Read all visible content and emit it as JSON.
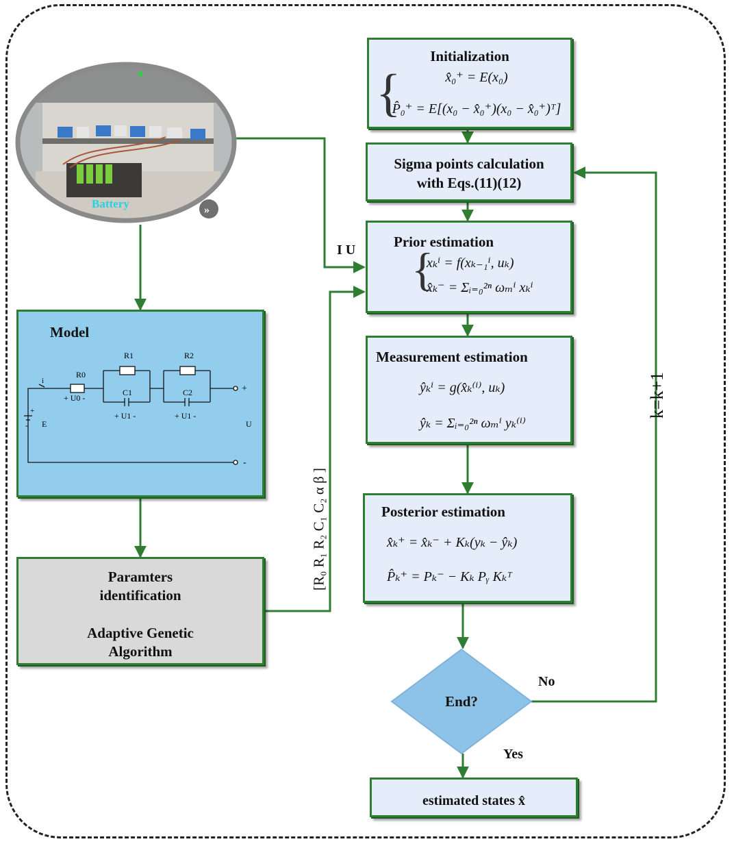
{
  "photo": {
    "label": "Battery"
  },
  "init": {
    "title": "Initialization",
    "eq1": "x̂₀⁺ = E(x₀)",
    "eq2": "P̂₀⁺ = E[(x₀ − x̂₀⁺)(x₀ − x̂₀⁺)ᵀ]"
  },
  "sigma": {
    "line1": "Sigma points calculation",
    "line2": "with Eqs.(11)(12)"
  },
  "prior": {
    "title": "Prior estimation",
    "eq1": "xₖⁱ = f(xₖ₋₁ⁱ, uₖ)",
    "eq2": "x̂ₖ⁻ = Σᵢ₌₀²ⁿ ωₘⁱ xₖⁱ"
  },
  "measure": {
    "title": "Measurement estimation",
    "eq1": "ŷₖⁱ = g(x̂ₖ⁽ⁱ⁾, uₖ)",
    "eq2": "ŷₖ = Σᵢ₌₀²ⁿ ωₘⁱ yₖ⁽ⁱ⁾"
  },
  "posterior": {
    "title": "Posterior estimation",
    "eq1": "x̂ₖ⁺ = x̂ₖ⁻ + Kₖ(yₖ − ŷₖ)",
    "eq2": "P̂ₖ⁺ = Pₖ⁻ − Kₖ Pᵧ Kₖᵀ"
  },
  "decision": {
    "label": "End?",
    "no": "No",
    "yes": "Yes"
  },
  "output": {
    "label": "estimated states x̂"
  },
  "loop": {
    "label": "k=k+1"
  },
  "input_label": "I U",
  "params_label": "[R₀ R₁ R₂ C₁ C₂ α β ]",
  "model": {
    "title": "Model",
    "r0": "R0",
    "r1": "R1",
    "r2": "R2",
    "c1": "C1",
    "c2": "C2",
    "i": "i",
    "u0": "+ U0 -",
    "u1a": "+ U1 -",
    "u1b": "+ U1 -",
    "e": "E",
    "u": "U",
    "plus": "+",
    "minus": "-",
    "bat_plus": "+",
    "bat_minus": "-"
  },
  "params": {
    "line1": "Paramters",
    "line2": "identification",
    "line3": "Adaptive Genetic",
    "line4": "Algorithm"
  },
  "colors": {
    "arrow": "#2e7d32",
    "box_border": "#2e7d32",
    "light_fill": "#e4edf9",
    "model_fill": "#93cdee",
    "gray_fill": "#d9d9d9",
    "diamond_fill": "#8dc3e8"
  }
}
